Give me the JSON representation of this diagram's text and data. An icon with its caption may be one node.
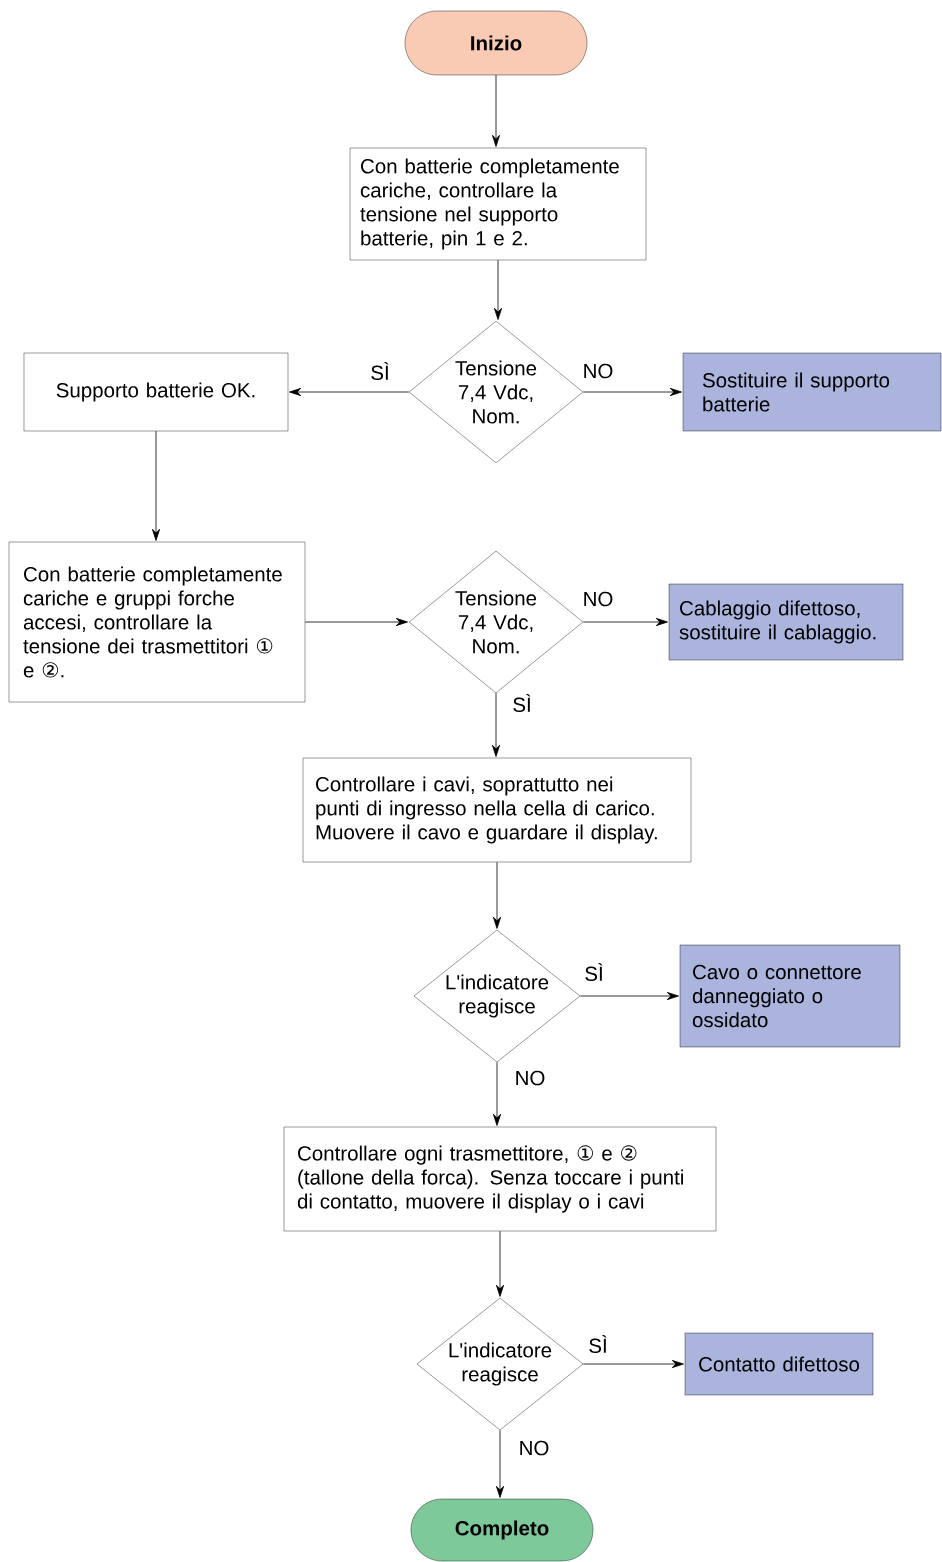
{
  "diagram": {
    "nodes": [
      {
        "text": [
          "Inizio"
        ]
      },
      {
        "text": [
          "Con batterie completamente cariche, controllare la tensione nel supporto batterie, pin 1 e 2."
        ]
      },
      {
        "text": [
          "Tensione 7,4 Vdc, Nom."
        ]
      },
      {
        "text": [
          "Supporto batterie OK."
        ]
      },
      {
        "text": [
          "Sostituire il supporto batterie"
        ]
      },
      {
        "text": [
          "Con batterie completamente cariche e gruppi forche accesi, controllare la tensione dei trasmettitori ① e ②."
        ]
      },
      {
        "text": [
          "Tensione 7,4 Vdc, Nom."
        ]
      },
      {
        "text": [
          "Cablaggio difettoso, sostituire il cablaggio."
        ]
      },
      {
        "text": [
          "Controllare i cavi, soprattutto nei punti di ingresso nella cella di carico. Muovere il cavo e guardare il display."
        ]
      },
      {
        "text": [
          "L'indicatore reagisce"
        ]
      },
      {
        "text": [
          "Cavo o connettore danneggiato o ossidato"
        ]
      },
      {
        "text": [
          "Controllare ogni trasmettitore, ① e ② (tallone della forca). Senza toccare i punti di contatto, muovere il display o i cavi"
        ]
      },
      {
        "text": [
          "L'indicatore reagisce"
        ]
      },
      {
        "text": [
          "Contatto difettoso"
        ]
      },
      {
        "text": [
          "Completo"
        ]
      }
    ],
    "edges": [
      {
        "from": 0,
        "to": 1,
        "arrow": "to"
      },
      {
        "from": 1,
        "to": 2,
        "arrow": "to"
      },
      {
        "from": 2,
        "to": 3,
        "arrow": "to",
        "label": "SÌ"
      },
      {
        "from": 2,
        "to": 4,
        "arrow": "to",
        "label": "NO"
      },
      {
        "from": 3,
        "to": 5,
        "arrow": "to"
      },
      {
        "from": 5,
        "to": 6,
        "arrow": "to"
      },
      {
        "from": 6,
        "to": 7,
        "arrow": "to",
        "label": "NO"
      },
      {
        "from": 6,
        "to": 8,
        "arrow": "to",
        "label": "SÌ"
      },
      {
        "from": 8,
        "to": 9,
        "arrow": "to"
      },
      {
        "from": 9,
        "to": 10,
        "arrow": "to",
        "label": "SÌ"
      },
      {
        "from": 9,
        "to": 11,
        "arrow": "to",
        "label": "NO"
      },
      {
        "from": 11,
        "to": 12,
        "arrow": "to"
      },
      {
        "from": 12,
        "to": 13,
        "arrow": "to",
        "label": "SÌ"
      },
      {
        "from": 12,
        "to": 14,
        "arrow": "to",
        "label": "NO"
      }
    ]
  }
}
